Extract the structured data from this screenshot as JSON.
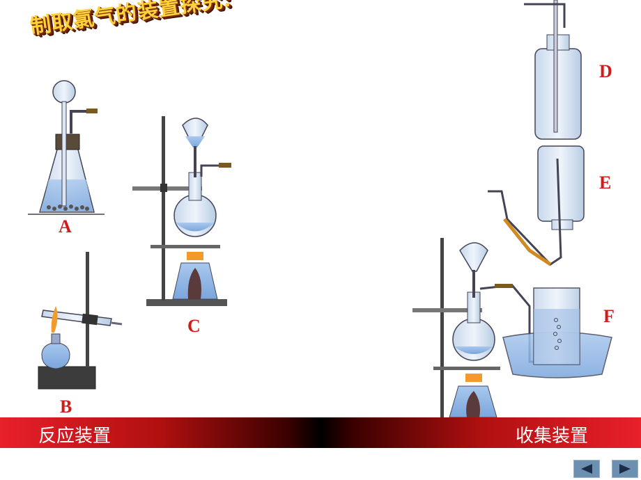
{
  "title": "制取氯气的装置探究:",
  "labels": {
    "A": "A",
    "B": "B",
    "C": "C",
    "D": "D",
    "E": "E",
    "F": "F"
  },
  "bottom_bar": {
    "left": "反应装置",
    "right": "收集装置"
  },
  "nav": {
    "prev": "previous-slide",
    "next": "next-slide"
  }
}
